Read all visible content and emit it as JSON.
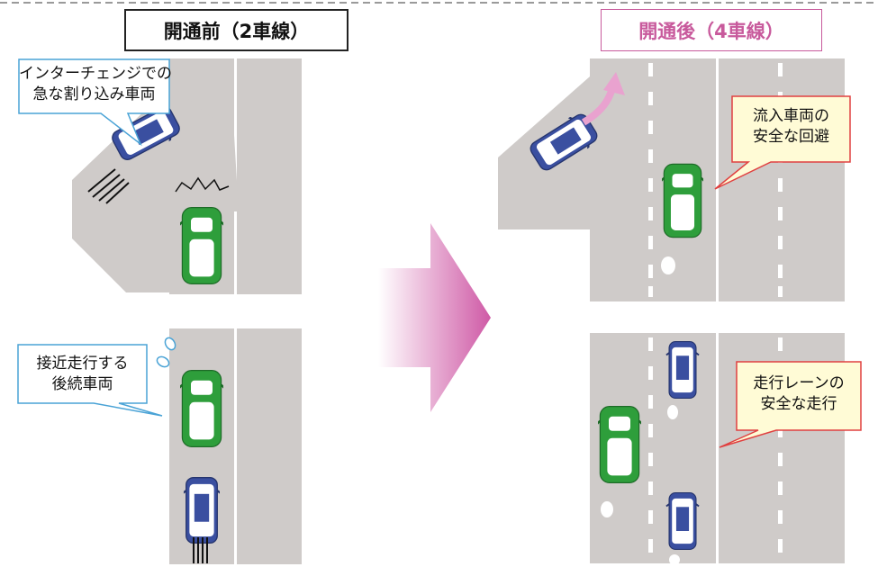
{
  "titles": {
    "before": "開通前（2車線）",
    "after": "開通後（4車線）"
  },
  "callouts": {
    "merge_cut_in": [
      "インターチェンジでの",
      "急な割り込み車両"
    ],
    "tailgating": [
      "接近走行する",
      "後続車両"
    ],
    "safe_avoid": [
      "流入車両の",
      "安全な回避"
    ],
    "safe_lane": [
      "走行レーンの",
      "安全な走行"
    ]
  },
  "colors": {
    "road": "#cfcbc9",
    "lane_marking": "#ffffff",
    "car_green": "#2e9e3b",
    "car_blue": "#3a4fa0",
    "arrow_magenta": "#cf5aa6",
    "arrow_pink": "#e9a2cf",
    "callout_blue_border": "#4aa3d6",
    "callout_yellow_fill": "#fffbd6",
    "callout_red_border": "#e04040",
    "dash_line": "#9a9a9a"
  }
}
